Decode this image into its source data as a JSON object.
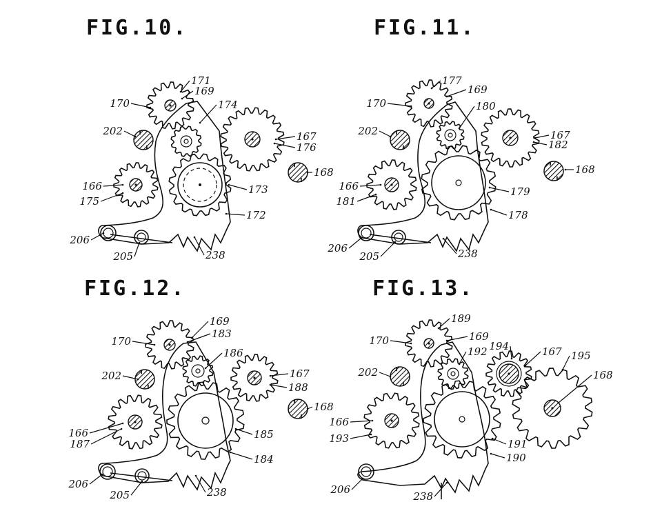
{
  "sheet": {
    "figures": [
      {
        "title": "FIG.10.",
        "labels": [
          "171",
          "169",
          "170",
          "174",
          "202",
          "167",
          "176",
          "168",
          "166",
          "175",
          "173",
          "172",
          "206",
          "205",
          "238"
        ]
      },
      {
        "title": "FIG.11.",
        "labels": [
          "177",
          "169",
          "170",
          "180",
          "202",
          "167",
          "182",
          "168",
          "166",
          "181",
          "179",
          "178",
          "206",
          "205",
          "238"
        ]
      },
      {
        "title": "FIG.12.",
        "labels": [
          "169",
          "183",
          "170",
          "186",
          "202",
          "167",
          "188",
          "168",
          "166",
          "187",
          "185",
          "184",
          "206",
          "205",
          "238"
        ]
      },
      {
        "title": "FIG.13.",
        "labels": [
          "189",
          "169",
          "170",
          "192",
          "194",
          "167",
          "195",
          "168",
          "202",
          "166",
          "193",
          "191",
          "190",
          "206",
          "238"
        ]
      }
    ]
  }
}
